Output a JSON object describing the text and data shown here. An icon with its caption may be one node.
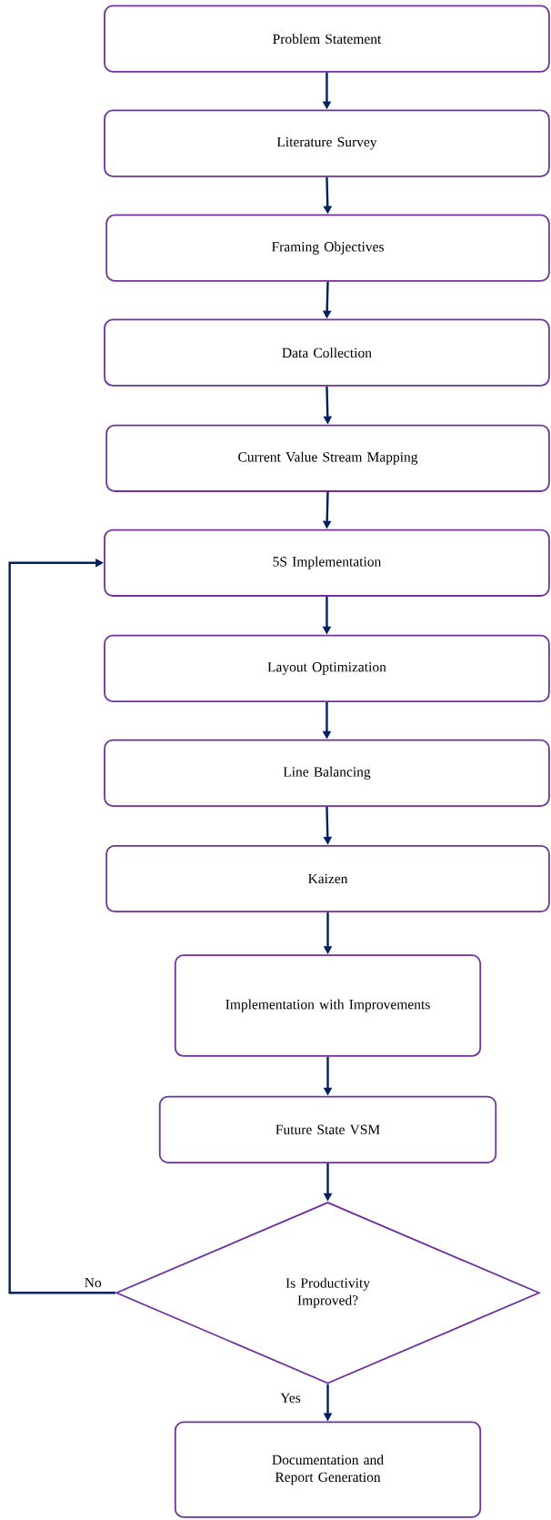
{
  "diagram": {
    "nodes": [
      {
        "text": [
          "Problem Statement"
        ]
      },
      {
        "text": [
          "Literature Survey"
        ]
      },
      {
        "text": [
          "Framing Objectives"
        ]
      },
      {
        "text": [
          "Data Collection"
        ]
      },
      {
        "text": [
          "Current Value Stream Mapping"
        ]
      },
      {
        "text": [
          "5S Implementation"
        ]
      },
      {
        "text": [
          "Layout Optimization"
        ]
      },
      {
        "text": [
          "Line Balancing"
        ]
      },
      {
        "text": [
          "Kaizen"
        ]
      },
      {
        "text": [
          "Implementation with Improvements"
        ]
      },
      {
        "text": [
          "Future State VSM"
        ]
      },
      {
        "text": [
          "Is Productivity Improved?"
        ]
      },
      {
        "text": [
          "Documentation and Report Generation"
        ]
      }
    ],
    "edges": [
      {
        "from": 0,
        "to": 1,
        "arrow": "to"
      },
      {
        "from": 1,
        "to": 2,
        "arrow": "to"
      },
      {
        "from": 2,
        "to": 3,
        "arrow": "to"
      },
      {
        "from": 3,
        "to": 4,
        "arrow": "to"
      },
      {
        "from": 4,
        "to": 5,
        "arrow": "to"
      },
      {
        "from": 5,
        "to": 6,
        "arrow": "to"
      },
      {
        "from": 6,
        "to": 7,
        "arrow": "to"
      },
      {
        "from": 7,
        "to": 8,
        "arrow": "to"
      },
      {
        "from": 8,
        "to": 9,
        "arrow": "to"
      },
      {
        "from": 9,
        "to": 10,
        "arrow": "to"
      },
      {
        "from": 10,
        "to": 11,
        "arrow": "to"
      },
      {
        "from": 11,
        "to": 12,
        "label": "Yes",
        "arrow": "to"
      },
      {
        "from": 11,
        "to": 5,
        "label": "No",
        "arrow": "to"
      }
    ]
  }
}
